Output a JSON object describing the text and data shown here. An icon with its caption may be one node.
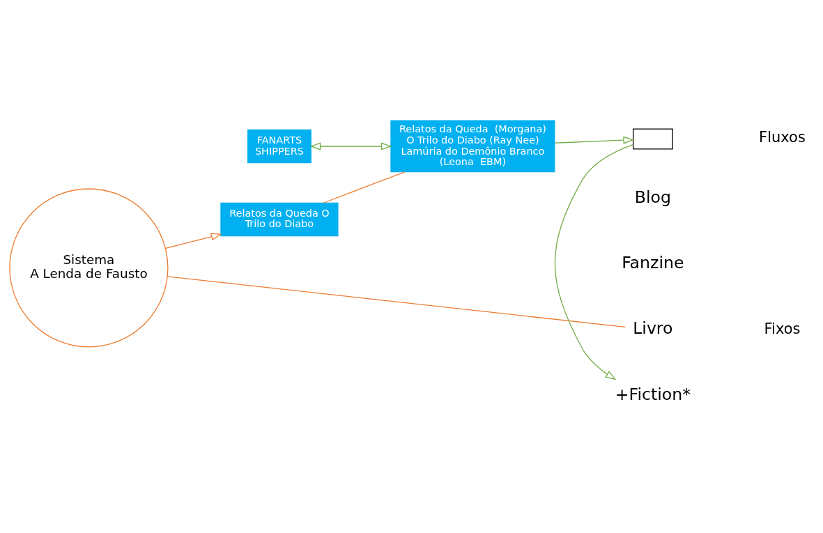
{
  "diagram": {
    "nodes": [
      {
        "text": [
          "FANARTS SHIPPERS"
        ]
      },
      {
        "text": [
          "Relatos da Queda  (Morgana) O Trilo do Diabo (Ray Nee) Lamúria do Demônio Branco (Leona  EBM)"
        ]
      },
      {
        "text": [
          "Relatos da Queda O Trilo do Diabo"
        ]
      },
      {
        "text": [
          "Sistema",
          "A Lenda de Fausto"
        ]
      },
      {
        "text": [],
        "shape": "box"
      },
      {
        "text": [
          "Blog"
        ]
      },
      {
        "text": [
          "Fanzine"
        ]
      },
      {
        "text": [
          "Livro"
        ]
      },
      {
        "text": [
          "+Fiction*"
        ]
      }
    ],
    "edges": [
      {
        "from": 0,
        "to": 1,
        "arrow": "both",
        "color": "#70ad47"
      },
      {
        "from": 1,
        "to": 4,
        "arrow": "to",
        "color": "#70ad47"
      },
      {
        "from": 4,
        "to": 8,
        "arrow": "to",
        "color": "#70ad47"
      },
      {
        "from": 3,
        "to": 2,
        "arrow": "to",
        "color": "#ed7d31"
      },
      {
        "from": 2,
        "to": 1,
        "arrow": "none",
        "color": "#ed7d31"
      },
      {
        "from": 3,
        "to": 7,
        "arrow": "none",
        "color": "#ed7d31"
      }
    ],
    "labels": [
      "Fluxos",
      "Fixos"
    ]
  }
}
